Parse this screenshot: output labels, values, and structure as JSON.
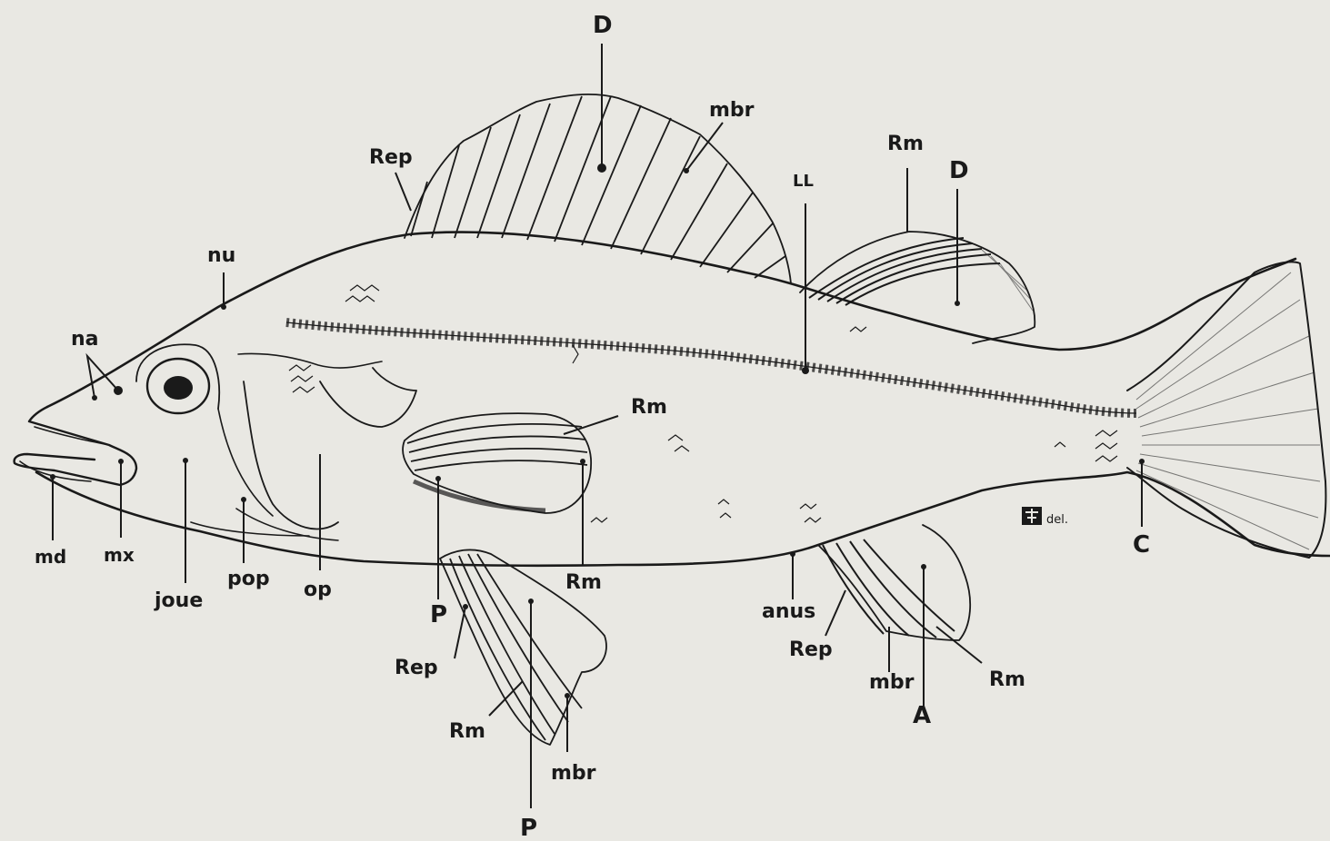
{
  "labels": {
    "D_top": "D",
    "mbr_dorsal": "mbr",
    "Rep_dorsal": "Rep",
    "LL": "LL",
    "Rm_second_dorsal": "Rm",
    "D_second": "D",
    "nu": "nu",
    "na": "na",
    "md": "md",
    "mx": "mx",
    "joue": "joue",
    "pop": "pop",
    "op": "op",
    "Rm_pectoral_upper": "Rm",
    "Rm_pectoral_lower": "Rm",
    "P_pectoral": "P",
    "Rep_pelvic": "Rep",
    "Rm_pelvic": "Rm",
    "mbr_pelvic": "mbr",
    "P_pelvic": "P",
    "anus": "anus",
    "Rep_anal": "Rep",
    "mbr_anal": "mbr",
    "Rm_anal": "Rm",
    "A": "A",
    "C": "C",
    "del": "del."
  }
}
